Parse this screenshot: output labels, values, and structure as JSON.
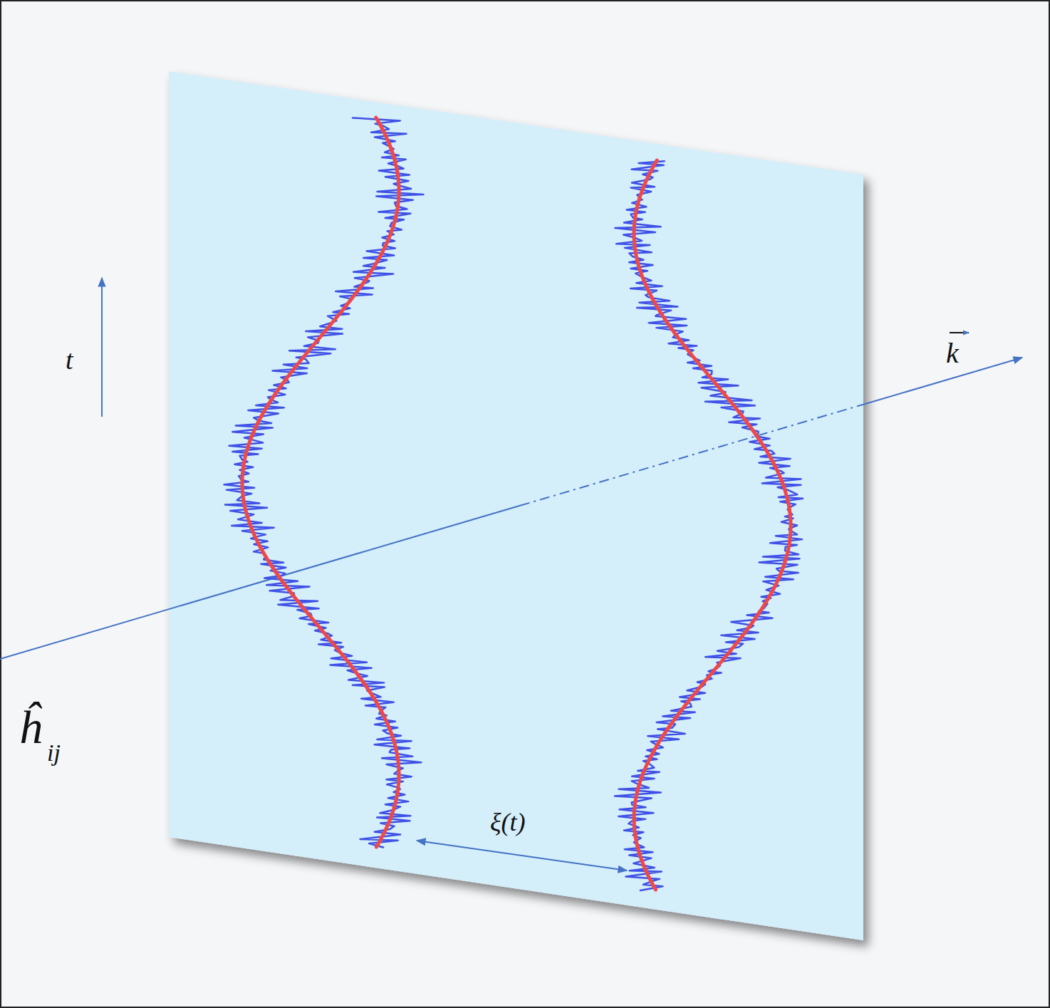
{
  "diagram": {
    "labels": [
      "t",
      "k",
      "ĥ",
      "ij",
      "ξ(t)"
    ]
  }
}
